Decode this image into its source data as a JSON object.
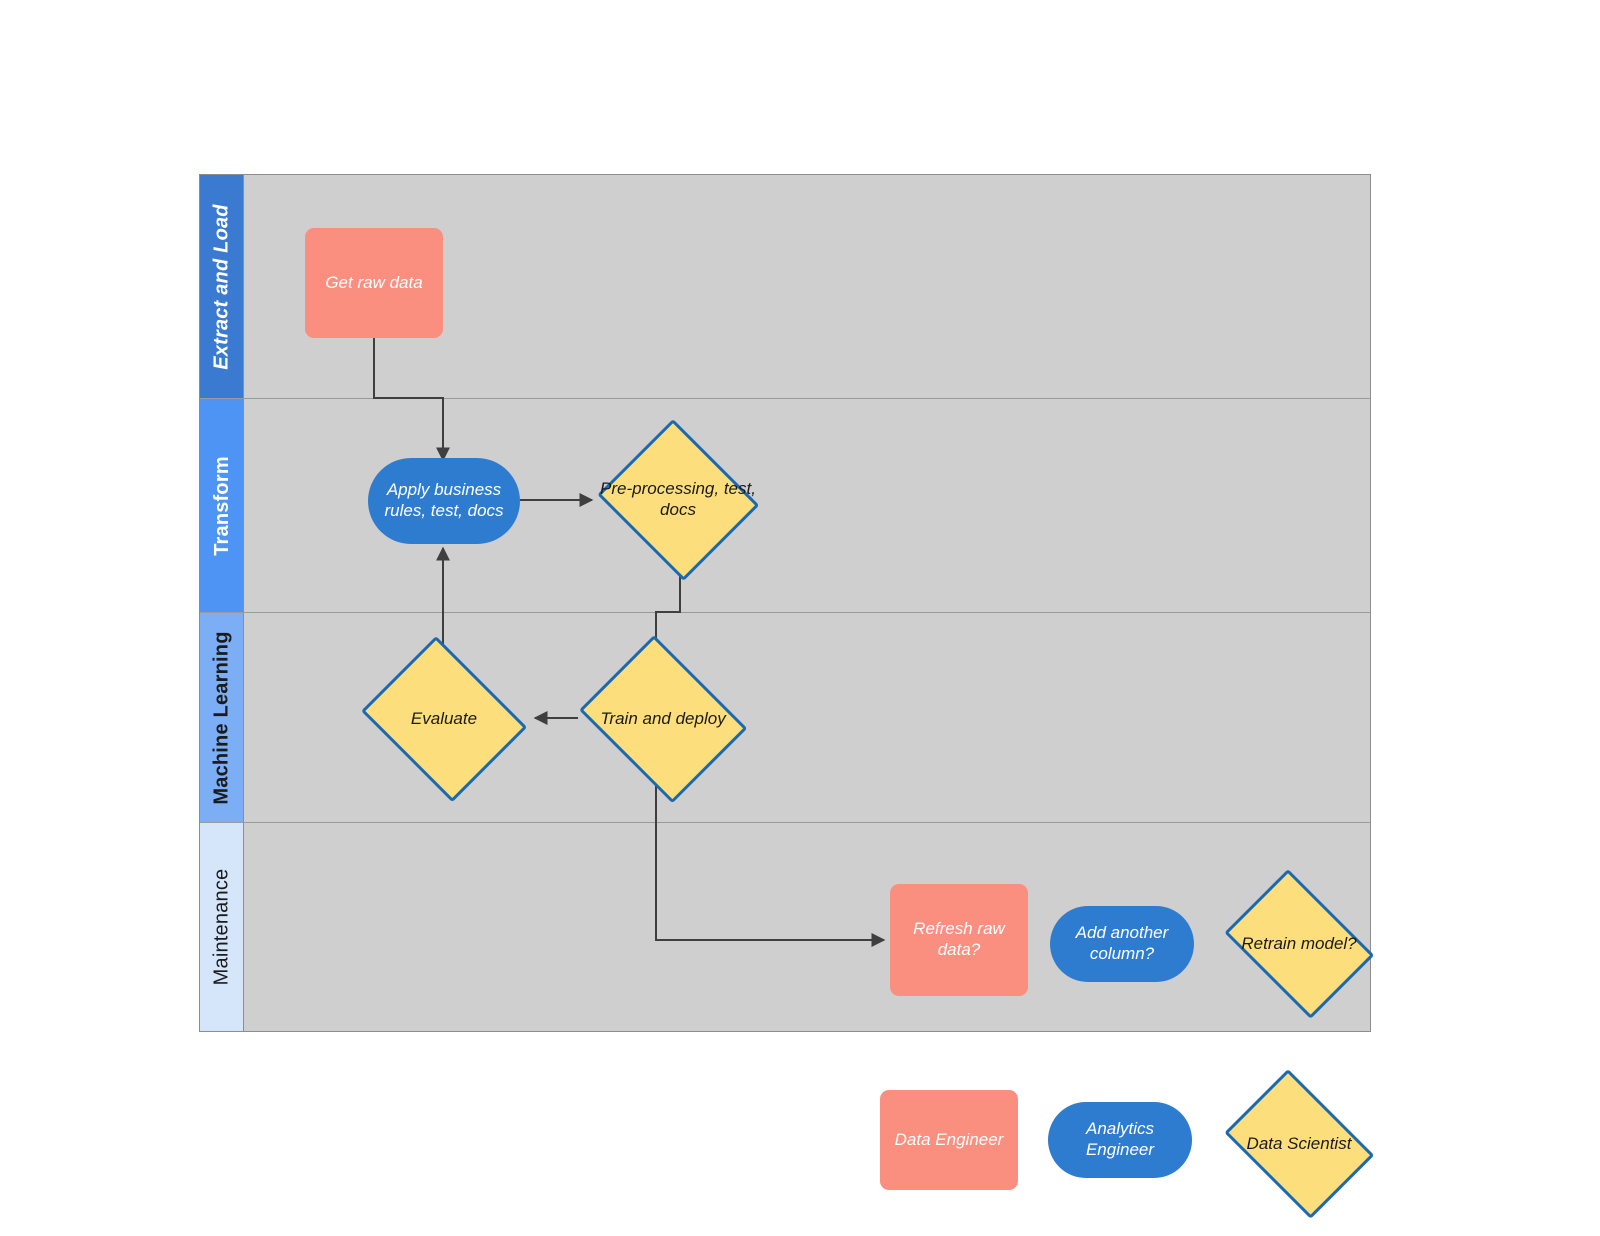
{
  "diagram": {
    "title": "Data and ML workflow swimlane diagram",
    "type": "swimlane-flowchart",
    "colors": {
      "lane_extract": "#3A7BD1",
      "lane_transform": "#4D94F5",
      "lane_ml": "#7BAEF5",
      "lane_maintenance": "#D5E6FA",
      "lane_body": "#cfcfcf",
      "data_engineer": "#FA8E7F",
      "analytics_engineer": "#2E7CD0",
      "data_scientist_fill": "#FCDE7C",
      "data_scientist_border": "#1B69B0",
      "connector": "#3f3f3f"
    }
  },
  "lanes": [
    {
      "id": "extract-and-load",
      "label": "Extract and Load",
      "header_bg": "#3A7BD1",
      "header_fg": "#ffffff",
      "bold": true,
      "italic": true
    },
    {
      "id": "transform",
      "label": "Transform",
      "header_bg": "#4D94F5",
      "header_fg": "#ffffff",
      "bold": true,
      "italic": false
    },
    {
      "id": "machine-learning",
      "label": "Machine Learning",
      "header_bg": "#7BAEF5",
      "header_fg": "#1b1b1b",
      "bold": true,
      "italic": false
    },
    {
      "id": "maintenance",
      "label": "Maintenance",
      "header_bg": "#D5E6FA",
      "header_fg": "#1b1b1b",
      "bold": false,
      "italic": false
    }
  ],
  "nodes": [
    {
      "id": "get-raw-data",
      "label": "Get raw data",
      "shape": "rect",
      "role": "Data Engineer",
      "lane": "extract-and-load"
    },
    {
      "id": "apply-business-rules",
      "label": "Apply business rules, test, docs",
      "shape": "stadium",
      "role": "Analytics Engineer",
      "lane": "transform"
    },
    {
      "id": "pre-processing",
      "label": "Pre-processing, test, docs",
      "shape": "diamond",
      "role": "Data Scientist",
      "lane": "transform"
    },
    {
      "id": "evaluate",
      "label": "Evaluate",
      "shape": "diamond",
      "role": "Data Scientist",
      "lane": "machine-learning"
    },
    {
      "id": "train-and-deploy",
      "label": "Train and deploy",
      "shape": "diamond",
      "role": "Data Scientist",
      "lane": "machine-learning"
    },
    {
      "id": "refresh-raw-data",
      "label": "Refresh raw data?",
      "shape": "rect",
      "role": "Data Engineer",
      "lane": "maintenance"
    },
    {
      "id": "add-another-column",
      "label": "Add another column?",
      "shape": "stadium",
      "role": "Analytics Engineer",
      "lane": "maintenance"
    },
    {
      "id": "retrain-model",
      "label": "Retrain model?",
      "shape": "diamond",
      "role": "Data Scientist",
      "lane": "maintenance"
    }
  ],
  "edges": [
    {
      "from": "get-raw-data",
      "to": "apply-business-rules"
    },
    {
      "from": "apply-business-rules",
      "to": "pre-processing"
    },
    {
      "from": "pre-processing",
      "to": "train-and-deploy"
    },
    {
      "from": "train-and-deploy",
      "to": "evaluate"
    },
    {
      "from": "evaluate",
      "to": "apply-business-rules"
    },
    {
      "from": "train-and-deploy",
      "to": "refresh-raw-data"
    }
  ],
  "legend": {
    "items": [
      {
        "id": "data-engineer",
        "label": "Data Engineer",
        "shape": "rect"
      },
      {
        "id": "analytics-engineer",
        "label": "Analytics Engineer",
        "shape": "stadium"
      },
      {
        "id": "data-scientist",
        "label": "Data Scientist",
        "shape": "diamond"
      }
    ]
  }
}
